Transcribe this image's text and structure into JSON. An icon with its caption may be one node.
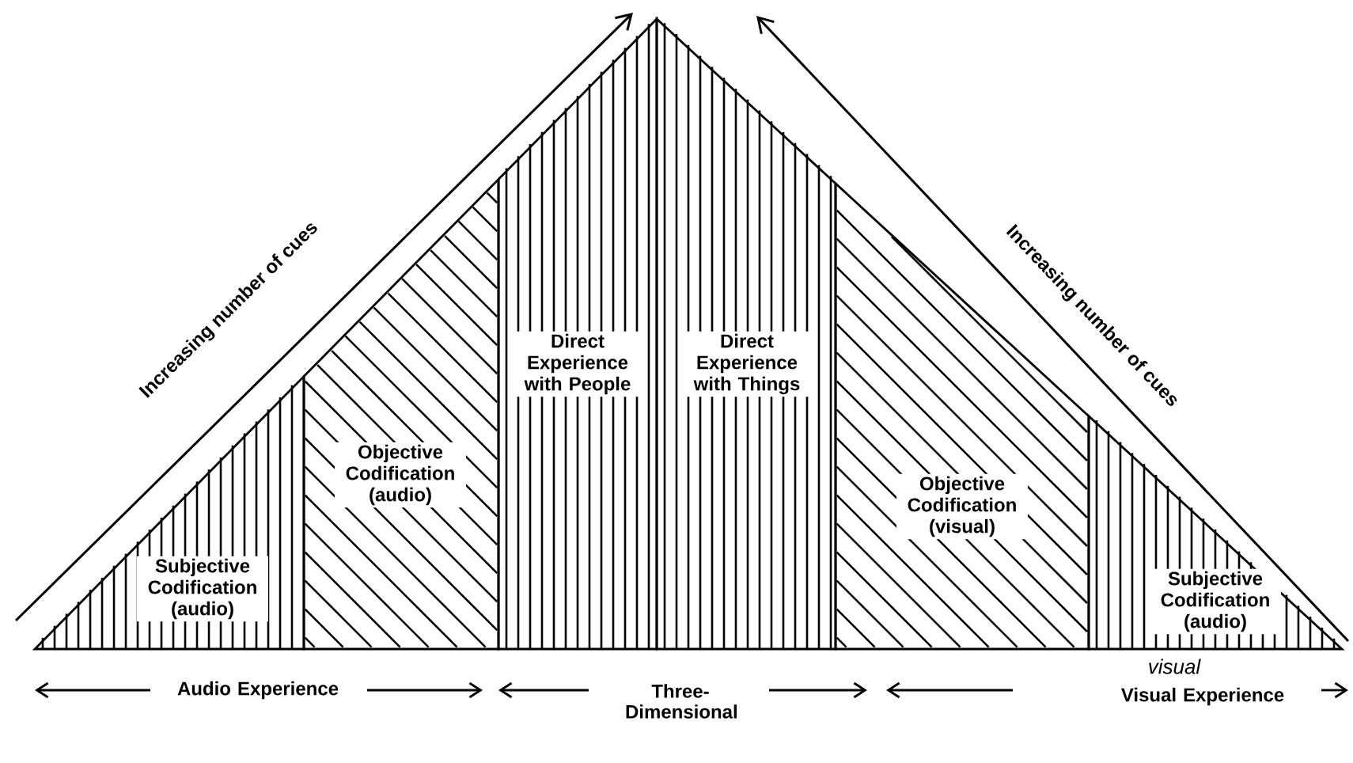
{
  "diagram": {
    "nodes": [
      {
        "text": [
          "Subjective Codification (audio)"
        ]
      },
      {
        "text": [
          "Objective Codification (audio)"
        ]
      },
      {
        "text": [
          "Direct Experience with People"
        ]
      },
      {
        "text": [
          "Direct Experience with Things"
        ]
      },
      {
        "text": [
          "Objective Codification (visual)"
        ]
      },
      {
        "text": [
          "Subjective Codification (audio)"
        ]
      }
    ],
    "labels": [
      "Increasing number of cues",
      "Increasing number of cues",
      "Audio Experience",
      "Three-Dimensional",
      "Visual Experience",
      "visual"
    ]
  }
}
